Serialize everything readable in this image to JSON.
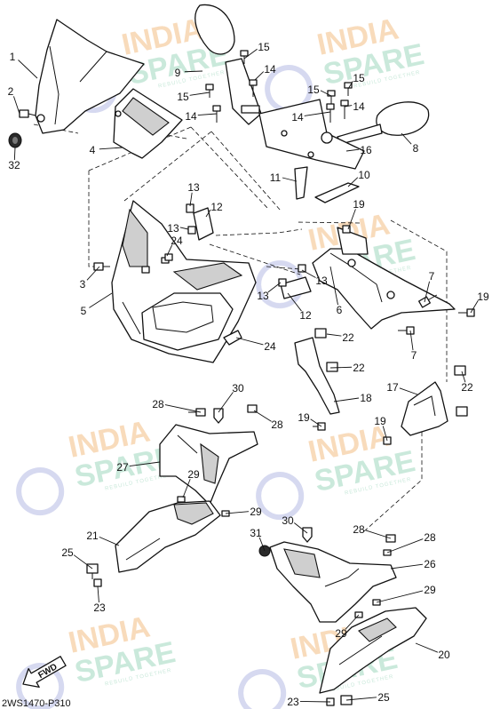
{
  "diagram": {
    "code": "2WS1470-P310",
    "fwd_label": "FWD",
    "watermark": {
      "line1": "INDIA",
      "line2": "SPARE",
      "tagline": "REBUILD TOGETHER",
      "colors": {
        "orange": "#f6cfa5",
        "green": "#b9e2cf",
        "blue": "#c9cdeb"
      }
    },
    "callouts": [
      "1",
      "2",
      "32",
      "4",
      "9",
      "15",
      "14",
      "15",
      "14",
      "15",
      "15",
      "14",
      "14",
      "8",
      "16",
      "11",
      "10",
      "13",
      "12",
      "13",
      "24",
      "19",
      "3",
      "5",
      "13",
      "12",
      "13",
      "6",
      "7",
      "19",
      "7",
      "22",
      "22",
      "24",
      "17",
      "22",
      "18",
      "19",
      "19",
      "30",
      "28",
      "28",
      "27",
      "29",
      "29",
      "21",
      "25",
      "23",
      "31",
      "30",
      "28",
      "28",
      "26",
      "29",
      "29",
      "20",
      "25",
      "23"
    ]
  }
}
